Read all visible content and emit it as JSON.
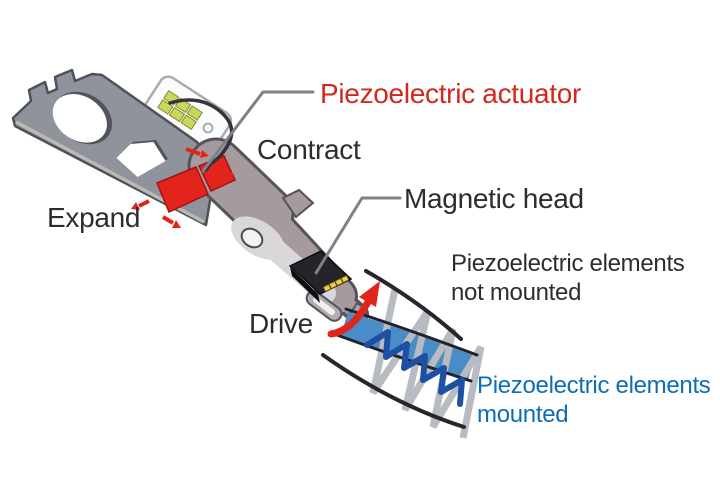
{
  "figure": {
    "type": "technical-diagram",
    "subject": "Hard disk drive suspension with piezoelectric micro-actuator",
    "background": "#ffffff"
  },
  "labels": {
    "piezo_actuator": "Piezoelectric actuator",
    "contract": "Contract",
    "magnetic_head": "Magnetic head",
    "expand": "Expand",
    "drive": "Drive",
    "elements_not_mounted": "Piezoelectric elements\nnot mounted",
    "elements_mounted": "Piezoelectric elements\nmounted"
  },
  "colors": {
    "actuator_label_red": "#cf2a1d",
    "default_label": "#2d2d2d",
    "mounted_label_blue": "#0d6eb8",
    "piezo_element_red": "#e2241c",
    "base_plate_gray": "#8e939c",
    "suspension_taupe": "#a59a9d",
    "flex_pad_green": "#ccd65e",
    "track_band_blue": "#4a8cc6",
    "vibration_wave_blue": "#1d4fa3",
    "vibration_zigzag_gray": "#b7bcc2",
    "arrow_red": "#e1251b",
    "leader_line_gray": "#7d8288"
  }
}
